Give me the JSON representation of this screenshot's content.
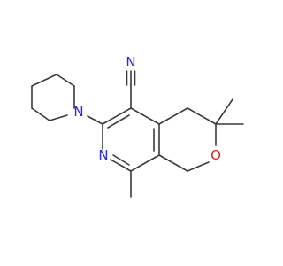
{
  "molecule": {
    "atoms": {
      "nitrile_n": "N",
      "piperidine_n": "N",
      "pyridine_n": "N",
      "pyran_o": "O"
    },
    "colors": {
      "bond": "#3a3a3a",
      "nitrogen": "#2a2ae0",
      "oxygen": "#e02020"
    }
  }
}
